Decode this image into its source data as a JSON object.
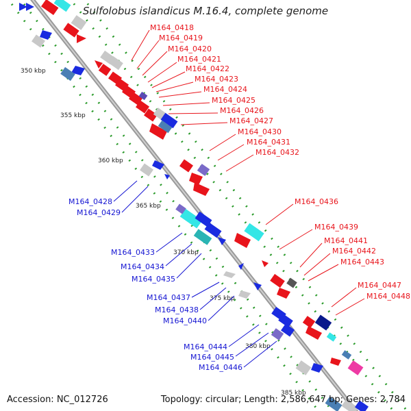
{
  "title": "Sulfolobus islandicus M.16.4, complete genome",
  "footer": {
    "accession": "Accession: NC_012726",
    "summary": "Topology: circular; Length: 2,586,647 bp; Genes: 2,784"
  },
  "colors": {
    "forward_label": "#e8141b",
    "reverse_label": "#1414d2",
    "backbone": "#999999",
    "track_dots": "#2a9a2a"
  },
  "scale_labels": [
    "350 kbp",
    "355 kbp",
    "360 kbp",
    "365 kbp",
    "370 kbp",
    "375 kbp",
    "380 kbp",
    "385 kbp"
  ],
  "forward_genes": [
    "M164_0418",
    "M164_0419",
    "M164_0420",
    "M164_0421",
    "M164_0422",
    "M164_0423",
    "M164_0424",
    "M164_0425",
    "M164_0426",
    "M164_0427",
    "M164_0430",
    "M164_0431",
    "M164_0432",
    "M164_0436",
    "M164_0439",
    "M164_0441",
    "M164_0442",
    "M164_0443",
    "M164_0447",
    "M164_0448"
  ],
  "reverse_genes": [
    "M164_0428",
    "M164_0429",
    "M164_0433",
    "M164_0434",
    "M164_0435",
    "M164_0437",
    "M164_0438",
    "M164_0440",
    "M164_0444",
    "M164_0445",
    "M164_0446"
  ]
}
